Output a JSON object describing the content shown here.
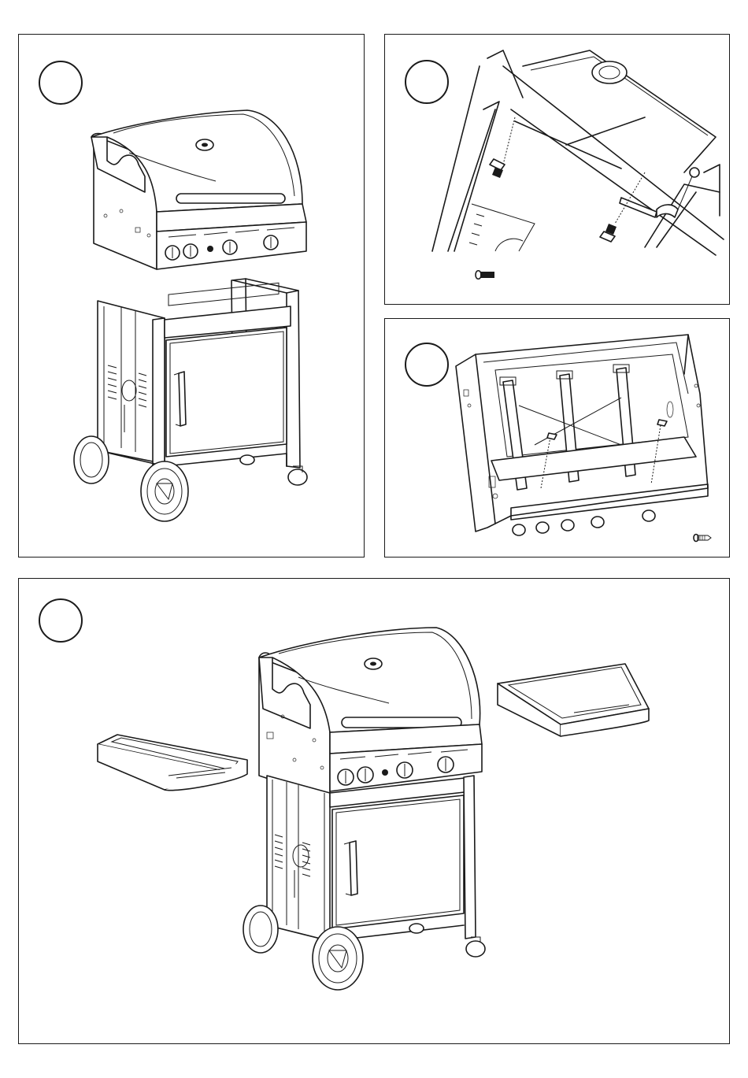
{
  "page": {
    "background": "#ffffff",
    "line_color": "#1a1a1a"
  },
  "steps": [
    {
      "id": "step-1",
      "number": ""
    },
    {
      "id": "step-2",
      "number": ""
    },
    {
      "id": "step-3",
      "number": ""
    },
    {
      "id": "step-4",
      "number": ""
    }
  ],
  "icons": {
    "step1": [
      "grill-head-icon",
      "cart-base-icon"
    ],
    "step2": [
      "gas-pipe-icon",
      "bolt-icon"
    ],
    "step3": [
      "burner-frame-icon",
      "screw-icon"
    ],
    "step4": [
      "assembled-grill-icon",
      "side-shelf-left-icon",
      "side-shelf-right-icon"
    ]
  }
}
